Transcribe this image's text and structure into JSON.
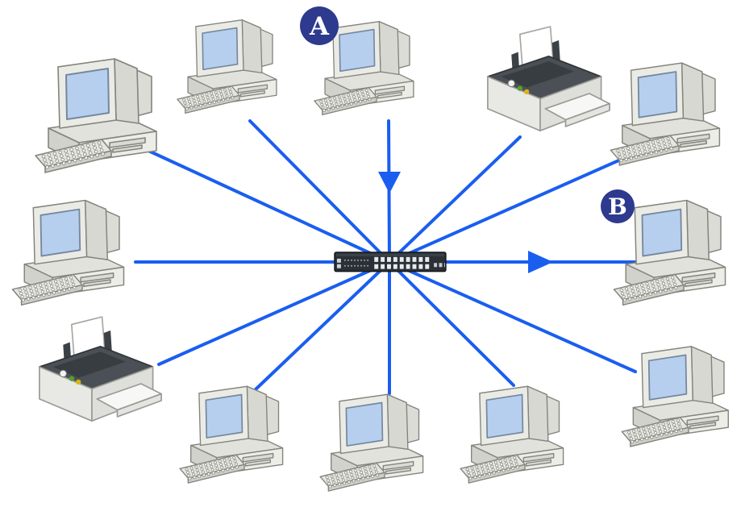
{
  "diagram": {
    "type": "star-network-topology",
    "annotations": {
      "a": "A",
      "b": "B"
    },
    "colors": {
      "connection_line": "#1a5ef0",
      "annotation_circle": "#2d3a8e",
      "annotation_text": "#ffffff",
      "switch_body": "#2b3036",
      "monitor_screen": "#b6cfee",
      "device_body": "#ebebe6",
      "printer_lid": "#4a4f54"
    },
    "hub": {
      "type": "network-switch"
    },
    "connection_count": 12,
    "nodes": [
      {
        "id": "pc-top-left",
        "type": "computer",
        "position": "top-left"
      },
      {
        "id": "pc-upper",
        "type": "computer",
        "position": "upper"
      },
      {
        "id": "pc-top-center",
        "type": "computer",
        "position": "top-center",
        "annotation": "A"
      },
      {
        "id": "printer-top-right",
        "type": "printer",
        "position": "top-right"
      },
      {
        "id": "pc-right-upper",
        "type": "computer",
        "position": "right-upper"
      },
      {
        "id": "pc-right",
        "type": "computer",
        "position": "right",
        "annotation": "B"
      },
      {
        "id": "pc-right-lower",
        "type": "computer",
        "position": "right-lower"
      },
      {
        "id": "pc-bottom-right",
        "type": "computer",
        "position": "bottom-right"
      },
      {
        "id": "pc-bottom-center",
        "type": "computer",
        "position": "bottom-center"
      },
      {
        "id": "pc-bottom-left",
        "type": "computer",
        "position": "bottom-left"
      },
      {
        "id": "printer-lower-left",
        "type": "printer",
        "position": "lower-left"
      },
      {
        "id": "pc-left",
        "type": "computer",
        "position": "left"
      }
    ],
    "arrows": [
      {
        "id": "arrow-a",
        "direction": "down"
      },
      {
        "id": "arrow-b",
        "direction": "right"
      }
    ]
  }
}
